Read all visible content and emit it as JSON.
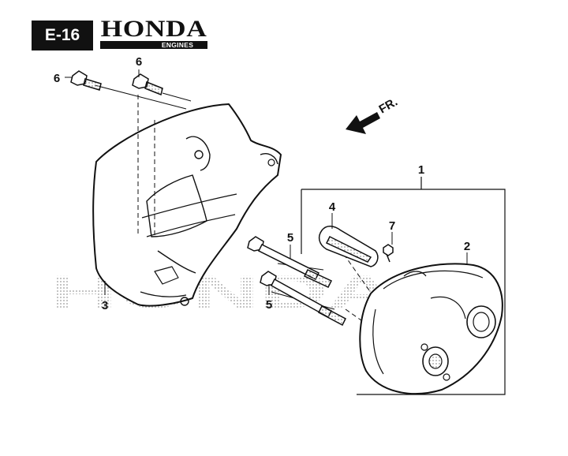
{
  "header": {
    "section_code": "E-16",
    "brand_logo": "HONDA",
    "brand_sub": "ENGINES"
  },
  "watermark": "HONDA",
  "direction_indicator": {
    "label": "FR.",
    "icon": "arrow-left-down-icon"
  },
  "callouts": [
    {
      "id": "callout-1",
      "label": "1"
    },
    {
      "id": "callout-2",
      "label": "2"
    },
    {
      "id": "callout-3",
      "label": "3"
    },
    {
      "id": "callout-4",
      "label": "4"
    },
    {
      "id": "callout-5a",
      "label": "5"
    },
    {
      "id": "callout-5b",
      "label": "5"
    },
    {
      "id": "callout-6a",
      "label": "6"
    },
    {
      "id": "callout-6b",
      "label": "6"
    },
    {
      "id": "callout-7",
      "label": "7"
    }
  ],
  "colors": {
    "ink": "#111111",
    "watermark_dots": "#9a9a9a",
    "background": "#ffffff"
  }
}
